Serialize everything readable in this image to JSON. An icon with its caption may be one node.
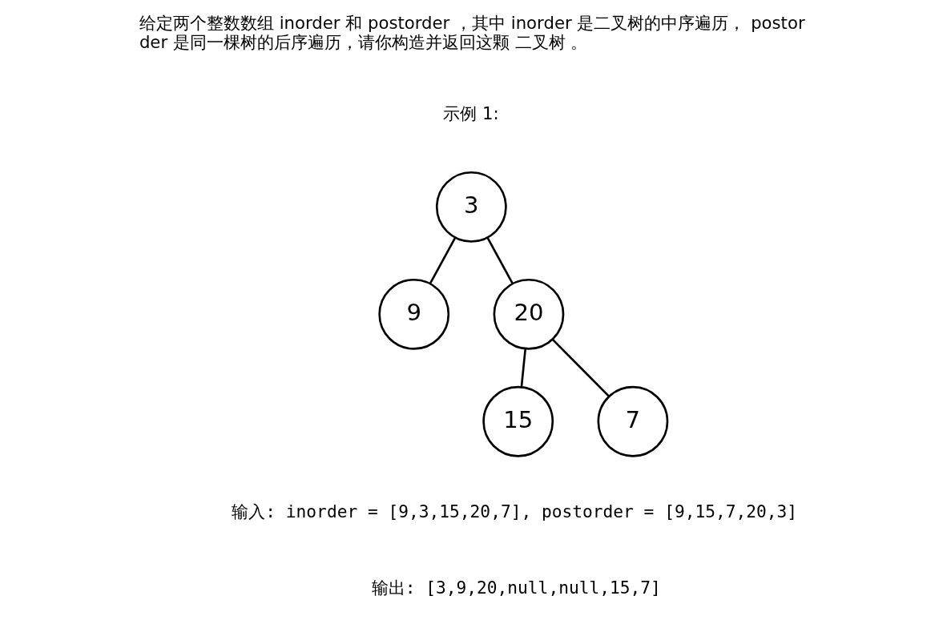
{
  "diagram": {
    "nodes": [
      {
        "text": [
          "3"
        ]
      },
      {
        "text": [
          "9"
        ]
      },
      {
        "text": [
          "20"
        ]
      },
      {
        "text": [
          "15"
        ]
      },
      {
        "text": [
          "7"
        ]
      }
    ],
    "edges": [
      {
        "from": 0,
        "to": 1,
        "arrow": "none"
      },
      {
        "from": 0,
        "to": 2,
        "arrow": "none"
      },
      {
        "from": 2,
        "to": 3,
        "arrow": "none"
      },
      {
        "from": 2,
        "to": 4,
        "arrow": "none"
      }
    ],
    "labels": [
      "给定两个整数数组 inorder 和 postorder ，其中 inorder 是二叉树的中序遍历， postorder 是同一棵树的后序遍历，请你构造并返回这颗 二叉树 。",
      "示例 1:",
      "输入: inorder = [9,3,15,20,7], postorder = [9,15,7,20,3]",
      "输出: [3,9,20,null,null,15,7]"
    ]
  }
}
